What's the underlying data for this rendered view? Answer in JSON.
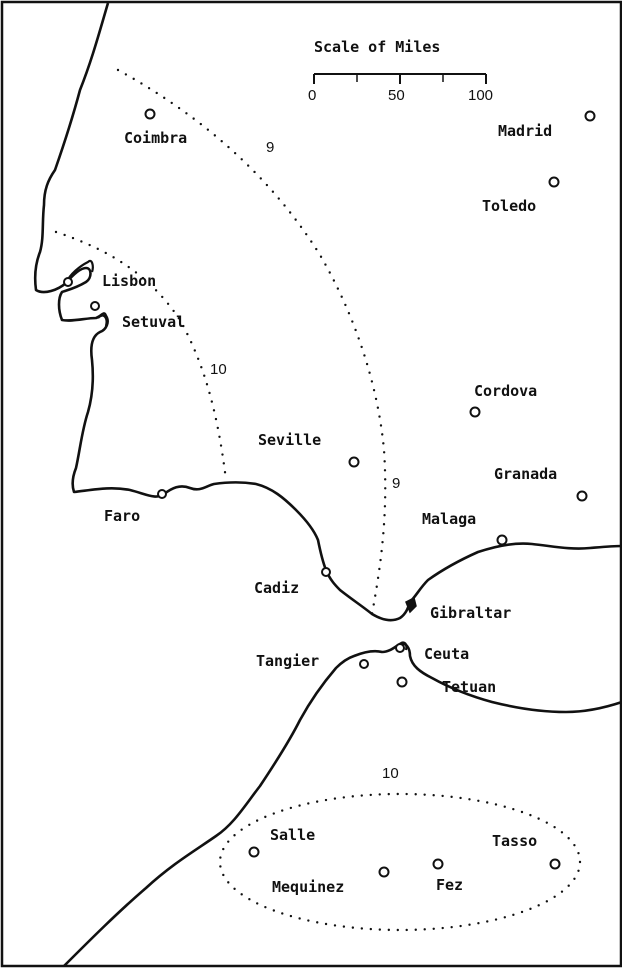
{
  "scale": {
    "title": "Scale of Miles",
    "ticks": [
      "0",
      "50",
      "100"
    ]
  },
  "places": {
    "coimbra": "Coimbra",
    "madrid": "Madrid",
    "toledo": "Toledo",
    "lisbon": "Lisbon",
    "setuval": "Setuval",
    "cordova": "Cordova",
    "seville": "Seville",
    "granada": "Granada",
    "faro": "Faro",
    "malaga": "Malaga",
    "cadiz": "Cadiz",
    "gibraltar": "Gibraltar",
    "tangier": "Tangier",
    "ceuta": "Ceuta",
    "tetuan": "Tetuan",
    "salle": "Salle",
    "tasso": "Tasso",
    "mequinez": "Mequinez",
    "fez": "Fez"
  },
  "contours": {
    "c9_upper": "9",
    "c10_west": "10",
    "c9_lower": "9",
    "c10_south": "10"
  },
  "colors": {
    "ink": "#111111",
    "paper": "#ffffff"
  }
}
